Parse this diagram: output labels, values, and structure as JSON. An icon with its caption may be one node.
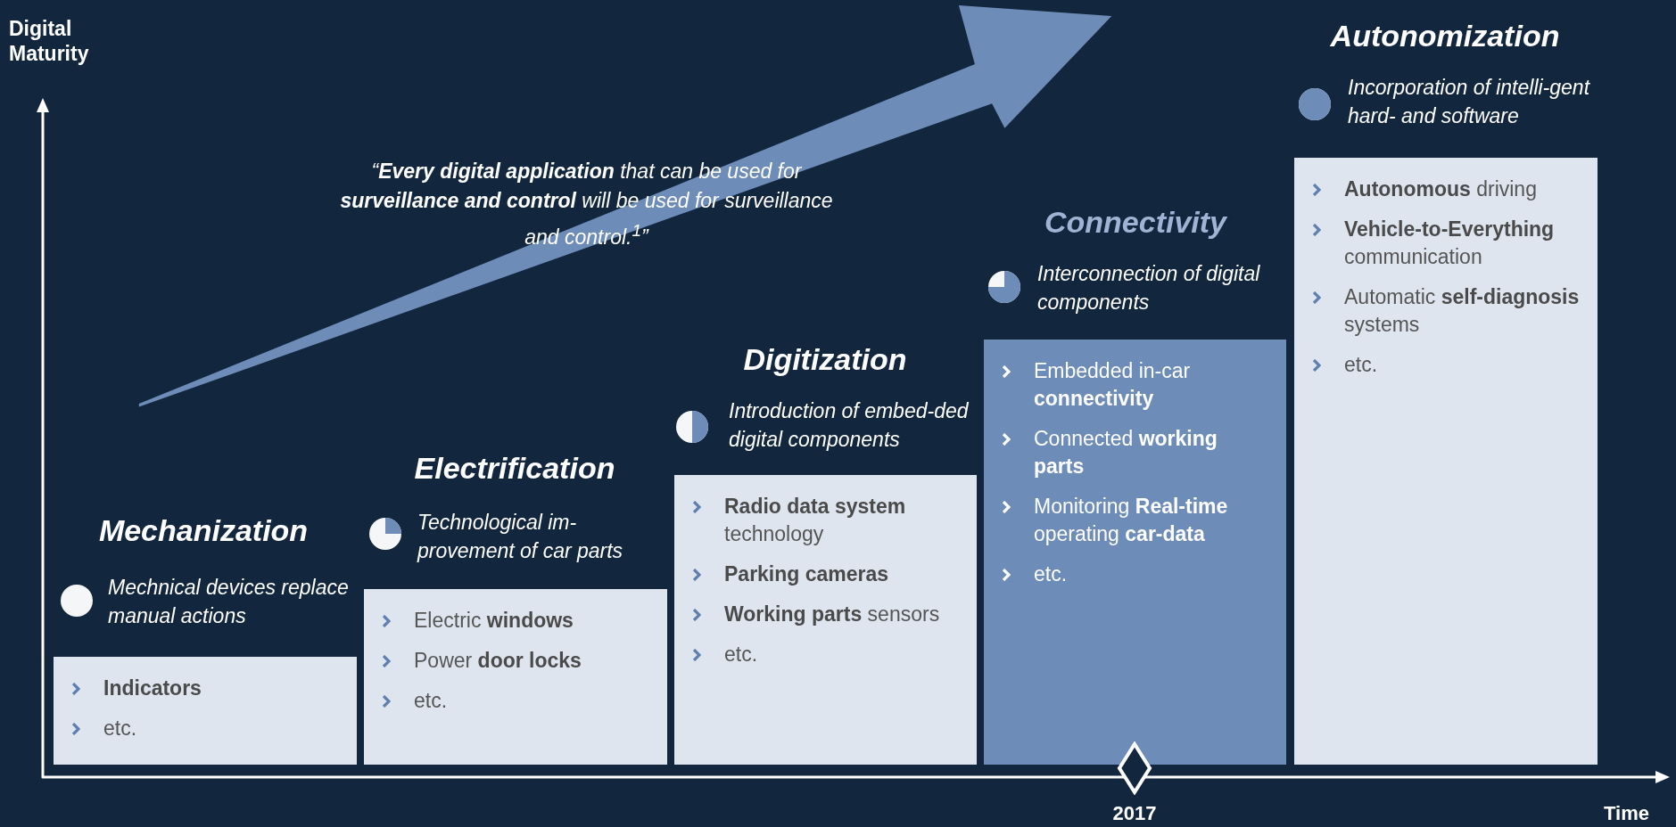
{
  "diagram": {
    "nodes": [
      {
        "text": [
          "Mechanization",
          "Mechnical devices replace manual actions",
          "**Indicators**",
          "etc."
        ]
      },
      {
        "text": [
          "Electrification",
          "Technological im-provement of car parts",
          "Electric **windows**",
          "Power **door locks**",
          "etc."
        ]
      },
      {
        "text": [
          "Digitization",
          "Introduction of embed-ded digital components",
          "**Radio data system** technology",
          "**Parking cameras**",
          "**Working parts** sensors",
          "etc."
        ]
      },
      {
        "text": [
          "Connectivity",
          "Interconnection of digital components",
          "Embedded in-car **connectivity**",
          "Connected **working parts**",
          "Monitoring **Real-time** operating **car-data**",
          "etc."
        ]
      },
      {
        "text": [
          "Autonomization",
          "Incorporation of intelli-gent hard- and software",
          "**Autonomous** driving",
          "**Vehicle-to-Everything** communication",
          "Automatic **self-diagnosis** systems",
          "etc."
        ]
      }
    ],
    "edges": [],
    "labels": [
      "Digital Maturity",
      "“**Every digital application** that can be used for **surveillance and control** will be used for surveillance and control.$^{1}$”",
      "2017",
      "Time"
    ]
  }
}
